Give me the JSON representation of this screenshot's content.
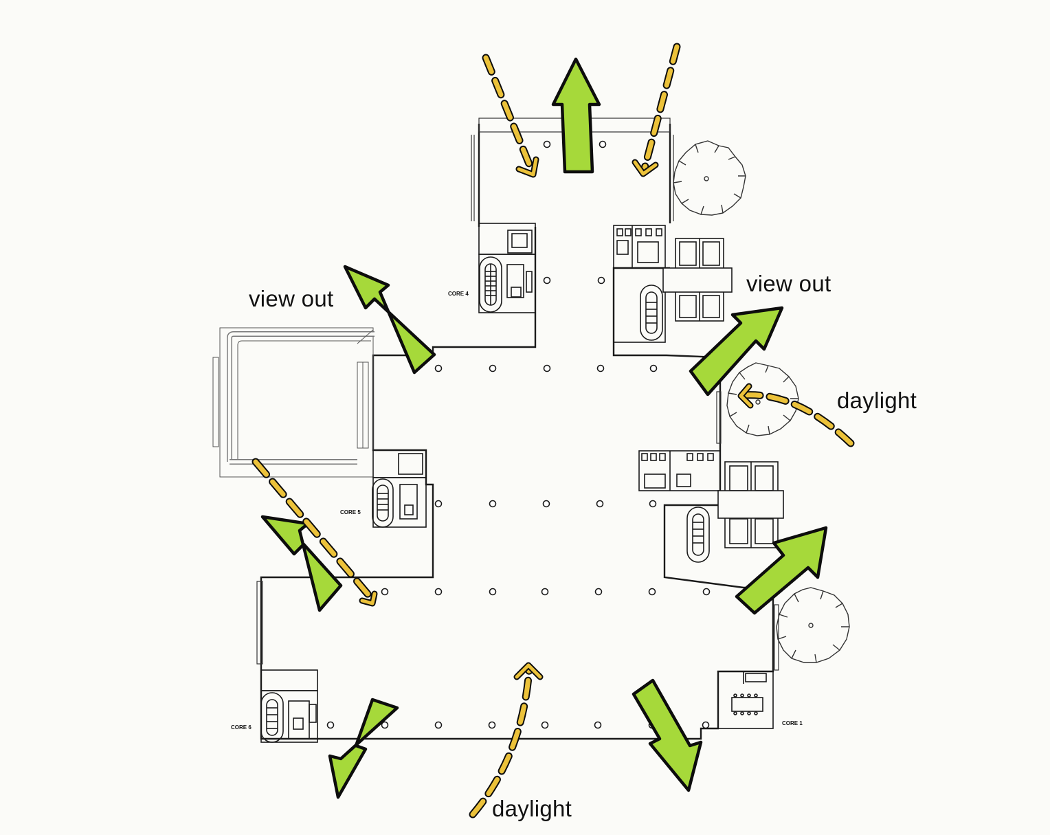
{
  "labels": {
    "view_out_left": "view out",
    "view_out_right": "view out",
    "daylight_right": "daylight",
    "daylight_bottom": "daylight"
  },
  "cores": {
    "core1": "CORE 1",
    "core4": "CORE 4",
    "core5": "CORE 5",
    "core6": "CORE 6"
  },
  "colors": {
    "view_arrow_fill": "#a6d93a",
    "daylight_dash": "#ecc23a",
    "plan_line": "#1a1a1a",
    "paper": "#fbfbf8"
  }
}
